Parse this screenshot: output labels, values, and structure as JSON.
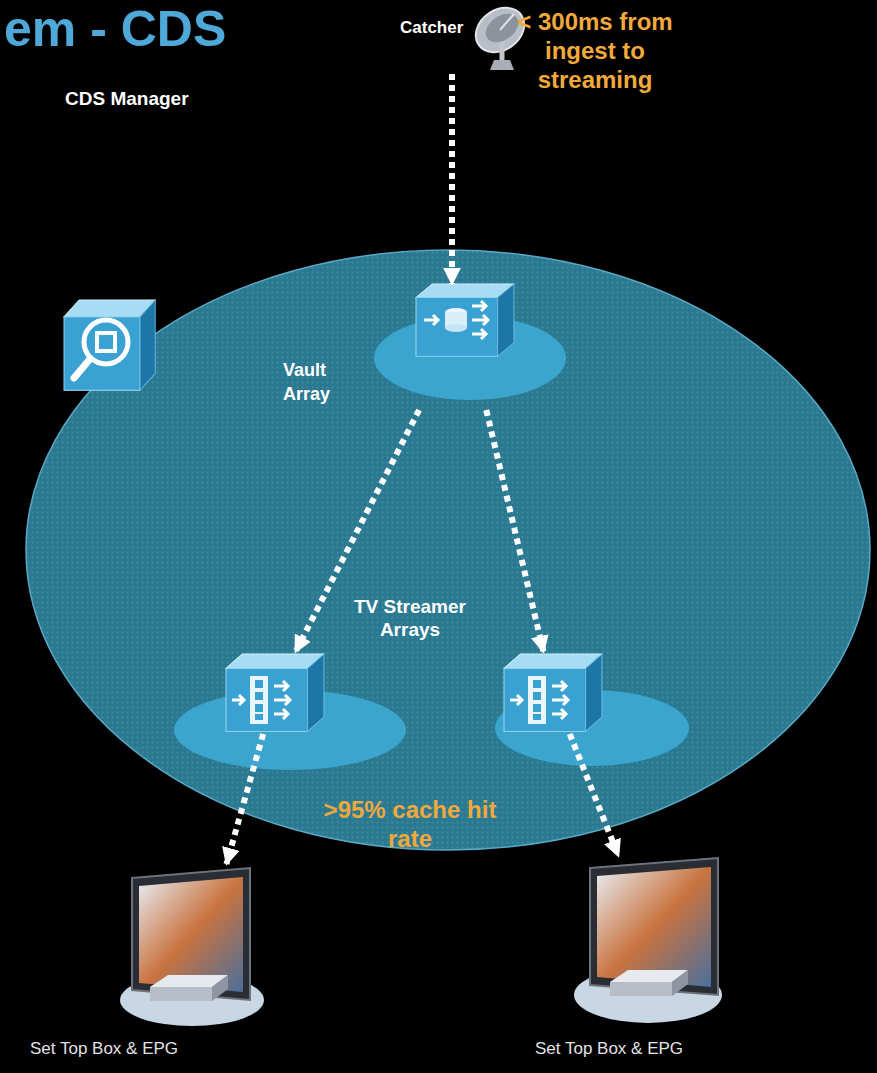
{
  "diagram": {
    "title": "em - CDS",
    "nodes": [
      {
        "text": [
          "Catcher"
        ]
      },
      {
        "text": [
          "CDS Manager"
        ]
      },
      {
        "text": [
          "Vault Array"
        ]
      },
      {
        "text": []
      },
      {
        "text": []
      },
      {
        "text": [
          "Set Top Box & EPG"
        ]
      },
      {
        "text": [
          "Set Top Box & EPG"
        ]
      }
    ],
    "edges": [
      {
        "from": 0,
        "to": 2,
        "arrow": "to"
      },
      {
        "from": 2,
        "to": 3,
        "arrow": "to"
      },
      {
        "from": 2,
        "to": 4,
        "arrow": "to"
      },
      {
        "from": 3,
        "to": 5,
        "arrow": "to"
      },
      {
        "from": 4,
        "to": 6,
        "arrow": "to"
      }
    ],
    "labels": [
      "< 300ms from ingest to streaming",
      "TV Streamer Arrays",
      ">95% cache hit rate"
    ]
  }
}
